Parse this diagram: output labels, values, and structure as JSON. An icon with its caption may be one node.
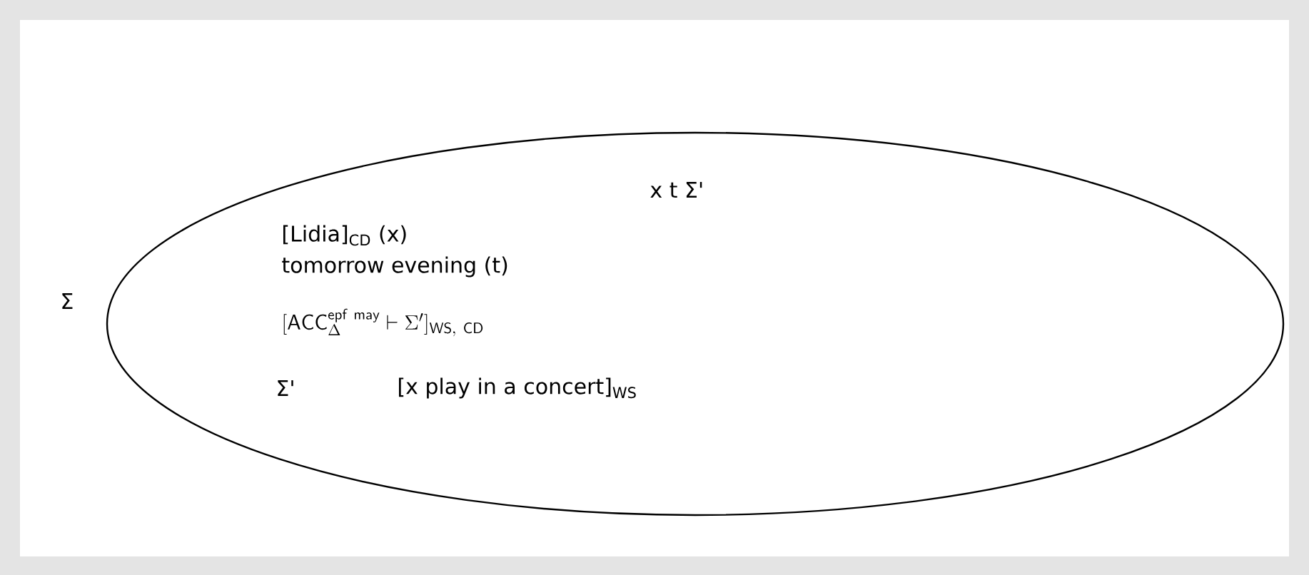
{
  "diagram": {
    "nodes": [
      {
        "text": [
          "x t Σ'",
          "[Lidia]$_{CD}$ (x)",
          "tomorrow evening (t)",
          "[\\mathsf{ACC}_{\\Delta}^{\\mathsf{epf\\ may}} \\vdash \\Sigma']_{\\mathsf{WS,\\ CD}}",
          "Σ'",
          "[x play in a concert]$_{WS}$"
        ]
      }
    ],
    "labels": [
      "Σ"
    ]
  }
}
